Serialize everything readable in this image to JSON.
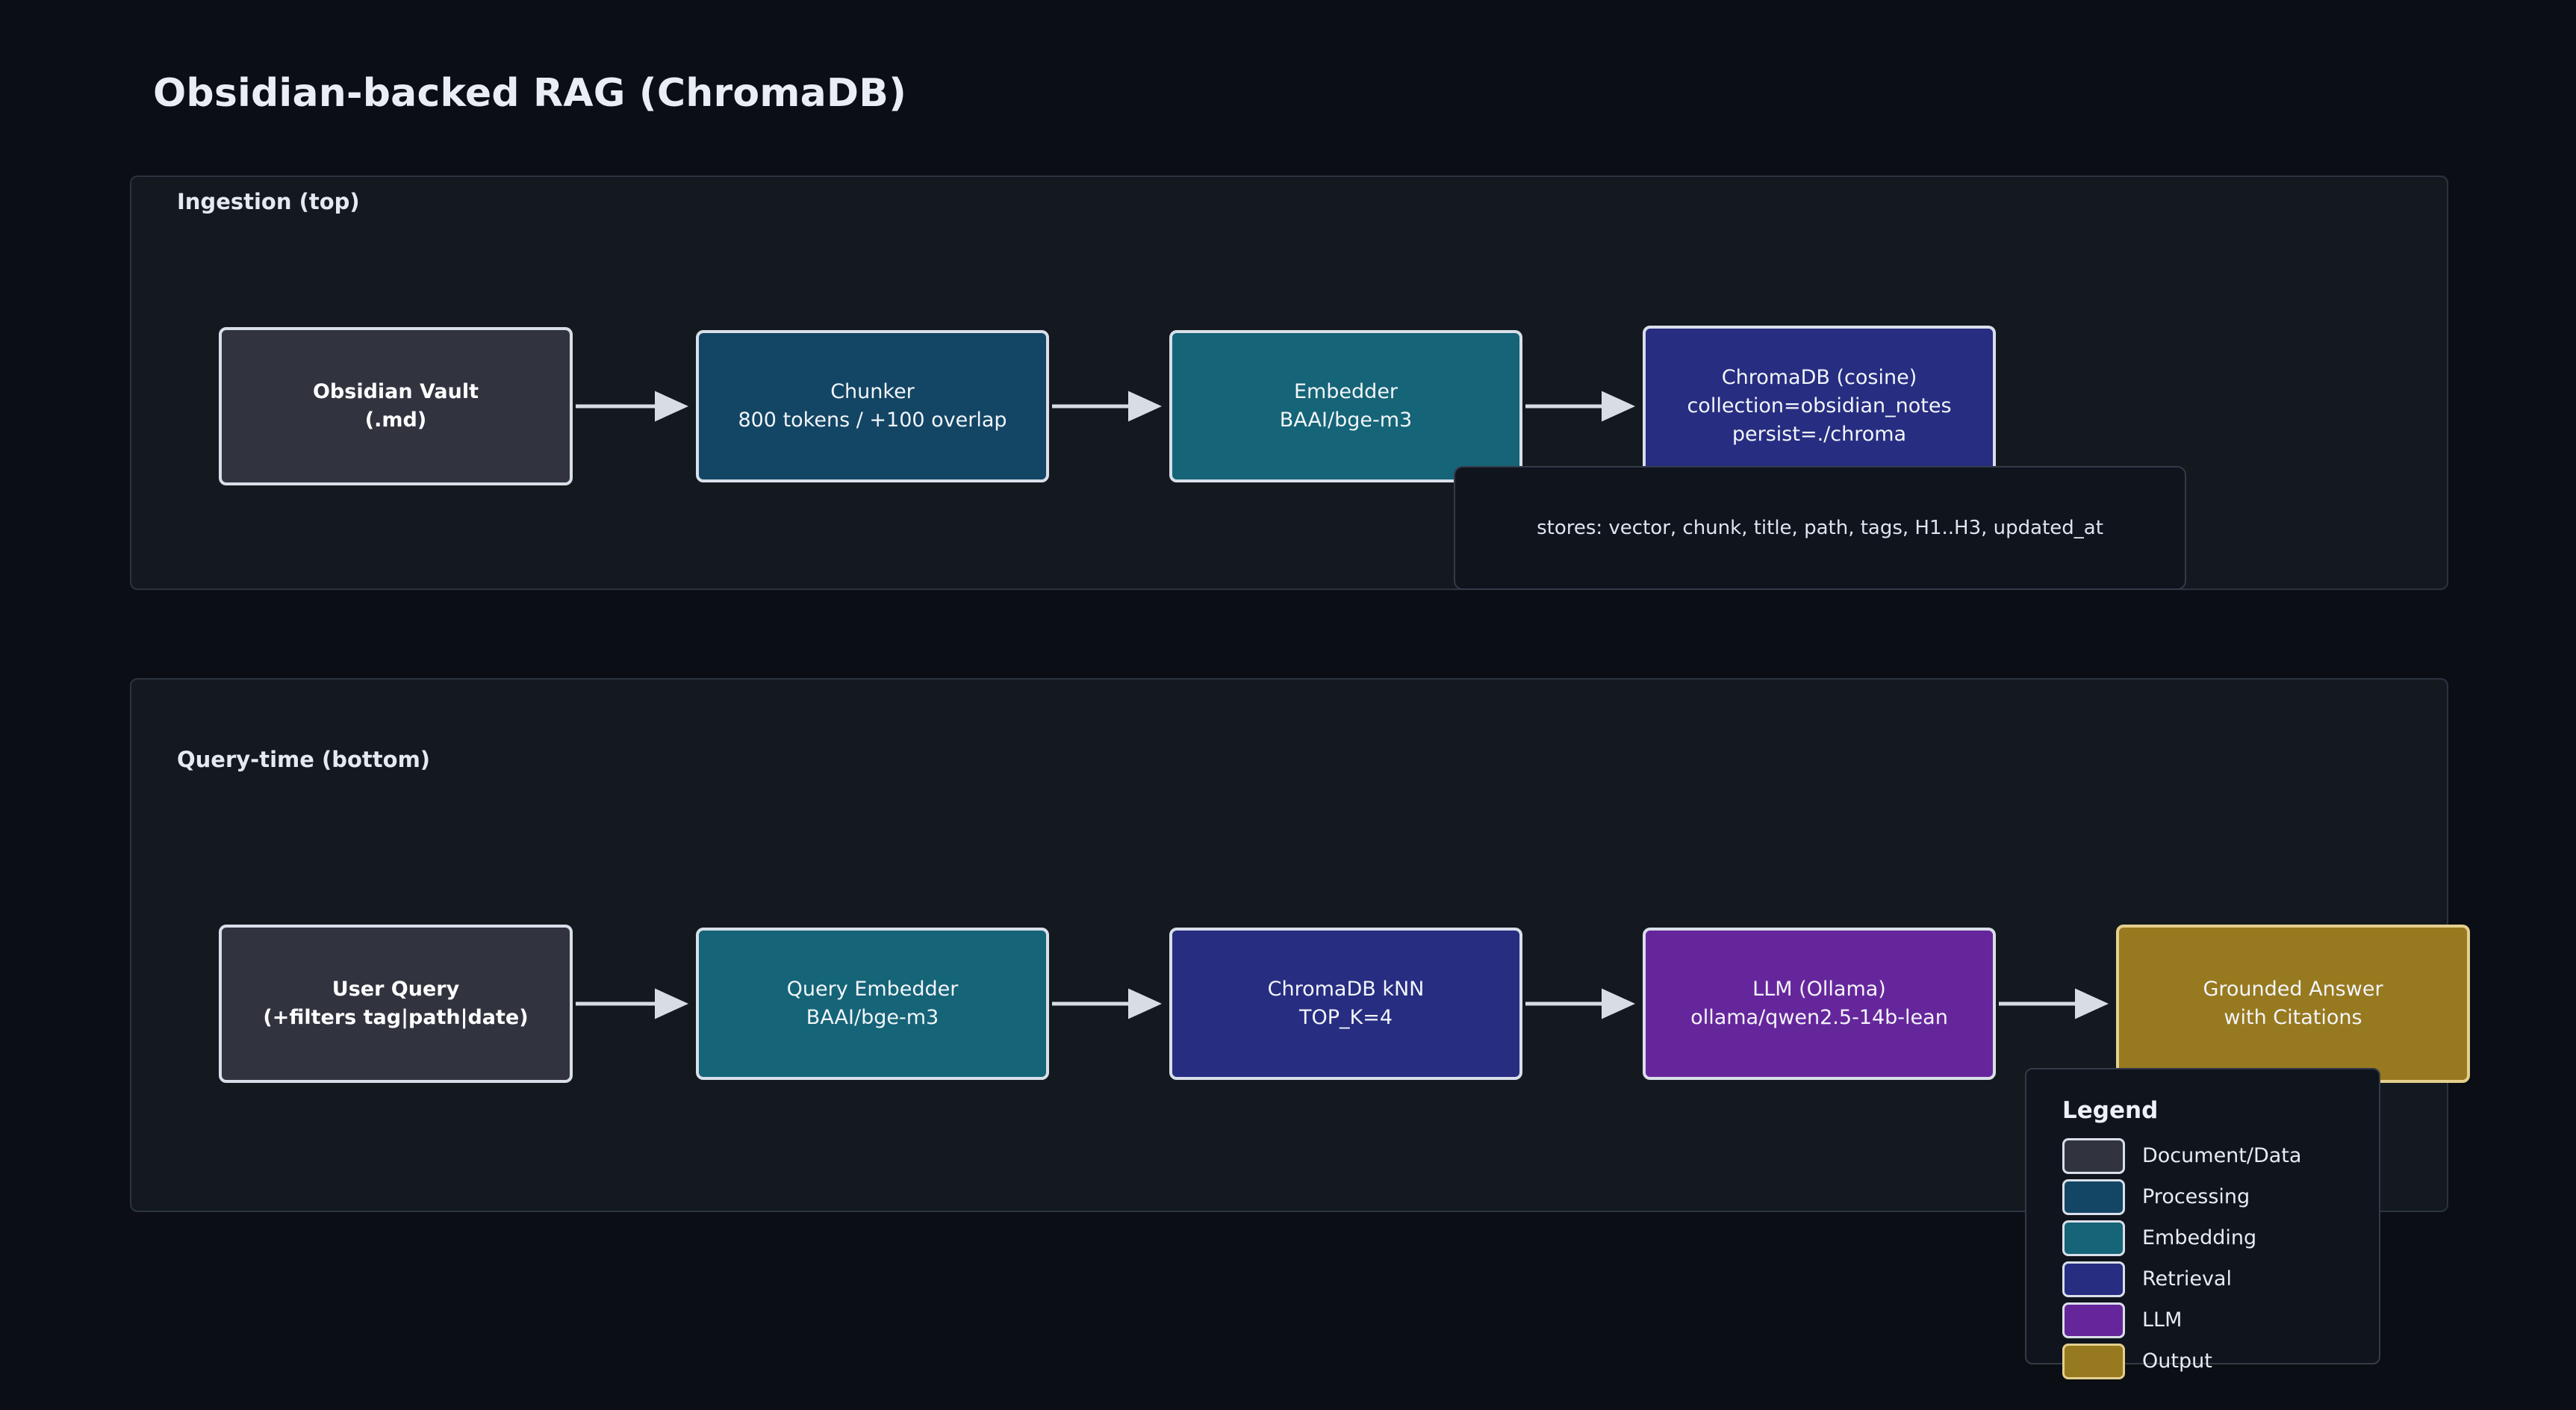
{
  "title": "Obsidian-backed RAG (ChromaDB)",
  "subgraphs": [
    {
      "id": "ingestion",
      "label": "Ingestion (top)"
    },
    {
      "id": "query",
      "label": "Query-time (bottom)"
    }
  ],
  "nodes": {
    "vault": {
      "line1": "Obsidian Vault",
      "line2": "(.md)",
      "category": "Document/Data"
    },
    "chunker": {
      "line1": "Chunker",
      "line2": "800 tokens / +100 overlap",
      "category": "Processing"
    },
    "embedder": {
      "line1": "Embedder",
      "line2": "BAAI/bge-m3",
      "category": "Embedding"
    },
    "chromadb": {
      "line1": "ChromaDB (cosine)",
      "line2": "collection=obsidian_notes",
      "line3": "persist=./chroma",
      "category": "Retrieval"
    },
    "user_query": {
      "line1": "User Query",
      "line2": "(+filters tag|path|date)",
      "category": "Document/Data"
    },
    "query_embedder": {
      "line1": "Query Embedder",
      "line2": "BAAI/bge-m3",
      "category": "Embedding"
    },
    "chroma_knn": {
      "line1": "ChromaDB kNN",
      "line2": "TOP_K=4",
      "category": "Retrieval"
    },
    "llm": {
      "line1": "LLM (Ollama)",
      "line2": "ollama/qwen2.5-14b-lean",
      "category": "LLM"
    },
    "output": {
      "line1": "Grounded Answer",
      "line2": "with Citations",
      "category": "Output"
    }
  },
  "note": {
    "text": "stores: vector, chunk, title, path, tags, H1..H3, updated_at"
  },
  "legend": {
    "title": "Legend",
    "items": [
      {
        "label": "Document/Data",
        "color": "#31343f"
      },
      {
        "label": "Processing",
        "color": "#134564"
      },
      {
        "label": "Embedding",
        "color": "#156477"
      },
      {
        "label": "Retrieval",
        "color": "#272d80"
      },
      {
        "label": "LLM",
        "color": "#66269b"
      },
      {
        "label": "Output",
        "color": "#97791f"
      }
    ]
  },
  "colors": {
    "background": "#0b0e14",
    "subgraph_fill": "#141920",
    "subgraph_border": "#2b3340",
    "node_border": "#d9dfe9",
    "output_border": "#e4cf8d",
    "edge": "#d8dce4",
    "text": "#f2f5fa"
  },
  "edges": [
    {
      "from": "vault",
      "to": "chunker"
    },
    {
      "from": "chunker",
      "to": "embedder"
    },
    {
      "from": "embedder",
      "to": "chromadb"
    },
    {
      "from": "user_query",
      "to": "query_embedder"
    },
    {
      "from": "query_embedder",
      "to": "chroma_knn"
    },
    {
      "from": "chroma_knn",
      "to": "llm"
    },
    {
      "from": "llm",
      "to": "output"
    }
  ]
}
